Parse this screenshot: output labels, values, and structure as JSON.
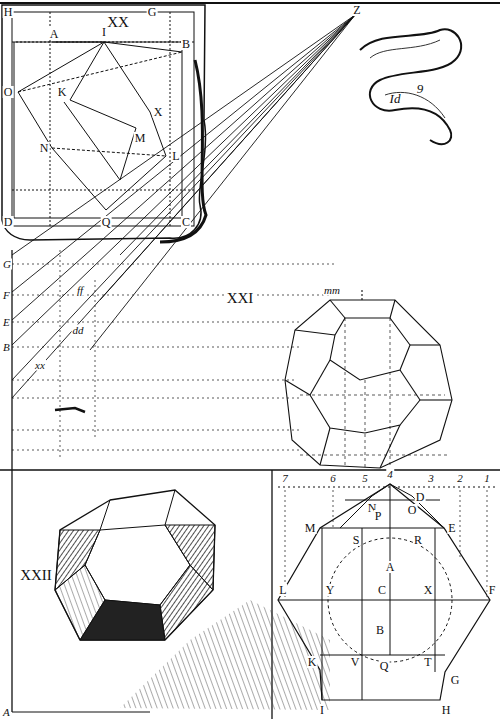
{
  "diagram": {
    "labels": [
      "XX",
      "H",
      "A",
      "I",
      "G",
      "B",
      "O",
      "K",
      "X",
      "N",
      "M",
      "L",
      "D",
      "Q",
      "C",
      "Z",
      "XXI",
      "XXII",
      "Id",
      "9",
      "7",
      "6",
      "5",
      "4",
      "3",
      "2",
      "1",
      "N",
      "O",
      "D",
      "E",
      "M",
      "S",
      "P",
      "R",
      "A",
      "L",
      "Y",
      "C",
      "X",
      "F",
      "B",
      "K",
      "V",
      "Q",
      "T",
      "G",
      "I",
      "H",
      "G",
      "F",
      "E",
      "B",
      "A",
      "mm",
      "ff",
      "dd",
      "xx"
    ]
  }
}
